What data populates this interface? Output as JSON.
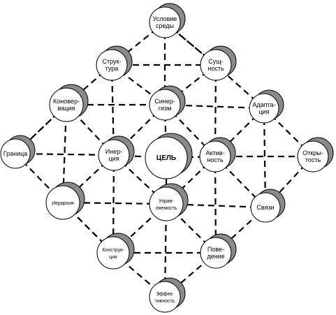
{
  "nodes": {
    "uslovie": {
      "lines": [
        "Условие",
        "среды"
      ]
    },
    "struktura": {
      "lines": [
        "Струк-",
        "тура"
      ]
    },
    "sushnost": {
      "lines": [
        "Сущ-",
        "ность"
      ]
    },
    "konservatsiya": {
      "lines": [
        "Коновер-",
        "вация"
      ]
    },
    "sinergizm": {
      "lines": [
        "Синер-",
        "гизм"
      ]
    },
    "adaptatsiya": {
      "lines": [
        "Адапта-",
        "ция"
      ]
    },
    "granitsa": {
      "lines": [
        "Граница"
      ]
    },
    "inertsiya": {
      "lines": [
        "Инер-",
        "ция"
      ]
    },
    "tsel": {
      "lines": [
        "ЦЕЛЬ"
      ]
    },
    "aktivnost": {
      "lines": [
        "Актив-",
        "ность"
      ]
    },
    "otkrytost": {
      "lines": [
        "Откры-",
        "тость"
      ]
    },
    "ierarkhiya": {
      "lines": [
        "Иерархия"
      ]
    },
    "upravlyaemost": {
      "lines": [
        "Управ-",
        "ляемость"
      ]
    },
    "svyazi": {
      "lines": [
        "Связи"
      ]
    },
    "konstruktsiya": {
      "lines": [
        "Конструк-",
        "ция"
      ]
    },
    "povedenie": {
      "lines": [
        "Пове-",
        "дение"
      ]
    },
    "effektivnost": {
      "lines": [
        "Эффек-",
        "тивность"
      ]
    }
  }
}
